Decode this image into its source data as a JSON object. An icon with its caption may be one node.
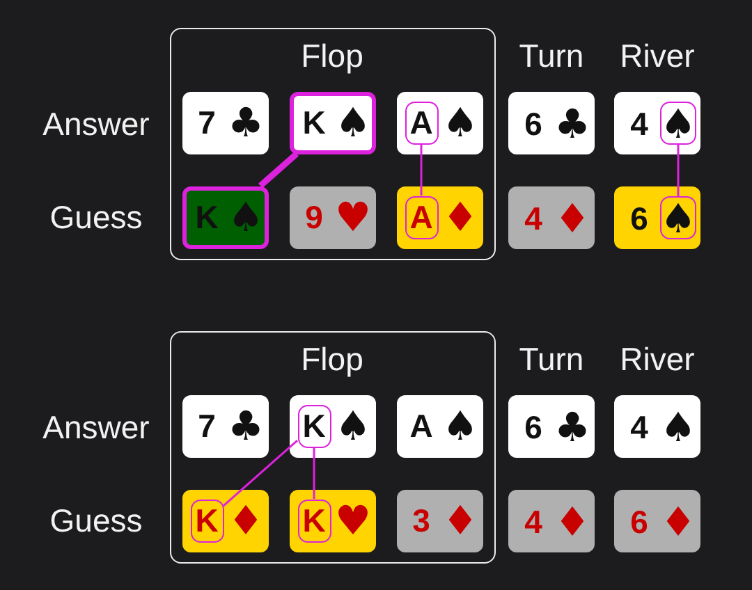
{
  "diagram": {
    "nodes": [
      {
        "text": [
          "Flop"
        ]
      },
      {
        "text": [
          "7",
          "♣"
        ],
        "in": 0
      },
      {
        "text": [
          "K",
          "♠"
        ],
        "in": 0
      },
      {
        "text": [
          "♠"
        ],
        "in": 0
      },
      {
        "text": [
          "A"
        ],
        "in": 3
      },
      {
        "text": [
          "6",
          "♣"
        ]
      },
      {
        "text": [
          "4"
        ]
      },
      {
        "text": [
          "♠"
        ],
        "in": 6
      },
      {
        "text": [
          "K",
          "♠"
        ],
        "in": 0
      },
      {
        "text": [
          "9",
          "♥"
        ],
        "in": 0
      },
      {
        "text": [
          "♦"
        ],
        "in": 0
      },
      {
        "text": [
          "A"
        ],
        "in": 10
      },
      {
        "text": [
          "4",
          "♦"
        ]
      },
      {
        "text": [
          "6"
        ]
      },
      {
        "text": [
          "♠"
        ],
        "in": 13
      },
      {
        "text": [
          "Flop"
        ]
      },
      {
        "text": [
          "7",
          "♣"
        ],
        "in": 15
      },
      {
        "text": [
          "♠"
        ],
        "in": 15
      },
      {
        "text": [
          "K"
        ],
        "in": 17
      },
      {
        "text": [
          "A",
          "♠"
        ],
        "in": 15
      },
      {
        "text": [
          "6",
          "♣"
        ]
      },
      {
        "text": [
          "4",
          "♠"
        ]
      },
      {
        "text": [
          "♦"
        ],
        "in": 15
      },
      {
        "text": [
          "K"
        ],
        "in": 22
      },
      {
        "text": [
          "♥"
        ],
        "in": 15
      },
      {
        "text": [
          "K"
        ],
        "in": 24
      },
      {
        "text": [
          "3",
          "♦"
        ],
        "in": 15
      },
      {
        "text": [
          "4",
          "♦"
        ]
      },
      {
        "text": [
          "6",
          "♦"
        ]
      }
    ],
    "edges": [
      {
        "from": 2,
        "to": 8,
        "arrow": "none",
        "style": "thick"
      },
      {
        "from": 4,
        "to": 11,
        "arrow": "none"
      },
      {
        "from": 7,
        "to": 14,
        "arrow": "none"
      },
      {
        "from": 18,
        "to": 23,
        "arrow": "none"
      },
      {
        "from": 18,
        "to": 25,
        "arrow": "none"
      }
    ],
    "labels": [
      "Turn",
      "River",
      "Answer",
      "Guess",
      "Turn",
      "River",
      "Answer",
      "Guess"
    ]
  }
}
